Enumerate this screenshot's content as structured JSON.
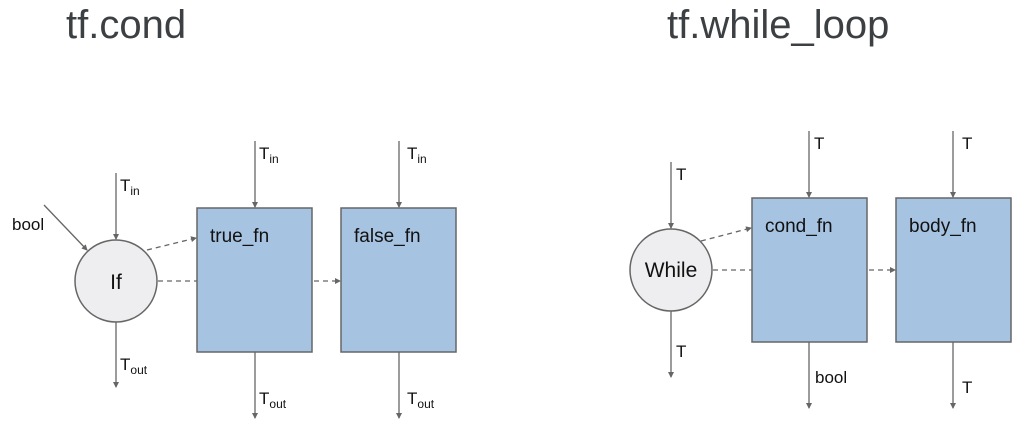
{
  "cond": {
    "title": "tf.cond",
    "node": "If",
    "bool_input": "bool",
    "input": {
      "main": "T",
      "sub": "in"
    },
    "output": {
      "main": "T",
      "sub": "out"
    },
    "true_fn": {
      "label": "true_fn",
      "input": {
        "main": "T",
        "sub": "in"
      },
      "output": {
        "main": "T",
        "sub": "out"
      }
    },
    "false_fn": {
      "label": "false_fn",
      "input": {
        "main": "T",
        "sub": "in"
      },
      "output": {
        "main": "T",
        "sub": "out"
      }
    }
  },
  "while": {
    "title": "tf.while_loop",
    "node": "While",
    "input": "T",
    "output": "T",
    "cond_fn": {
      "label": "cond_fn",
      "input": "T",
      "output": "bool"
    },
    "body_fn": {
      "label": "body_fn",
      "input": "T",
      "output": "T"
    }
  },
  "colors": {
    "box": "#a7c3e2",
    "node": "#eeedef",
    "title": "#3c4043"
  }
}
